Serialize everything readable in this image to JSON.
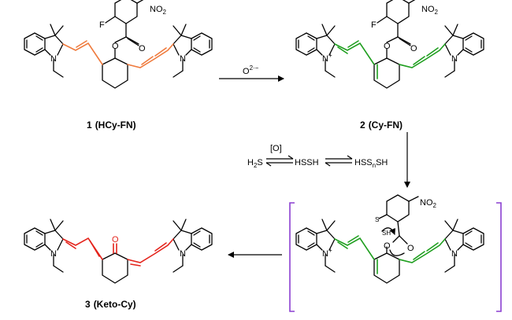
{
  "compounds": {
    "c1": {
      "number": "1",
      "name": "(HCy-FN)"
    },
    "c2": {
      "number": "2",
      "name": "(Cy-FN)"
    },
    "c3": {
      "number": "3",
      "name": "(Keto-Cy)"
    }
  },
  "atoms": {
    "N": "N",
    "F": "F",
    "O": "O",
    "NO2": "NO",
    "NO2_sub": "2",
    "S": "S",
    "SH": "SH",
    "plus": "+"
  },
  "reagent": {
    "superoxide": "O",
    "charge": "2·−"
  },
  "equilibrium": {
    "h2s": "H",
    "h2s_sub": "2",
    "h2s_s": "S",
    "catalyst": "[O]",
    "hssh": "HSSH",
    "hssnsh_a": "HSS",
    "hssnsh_n": "n",
    "hssnsh_b": "SH"
  },
  "colors": {
    "polymethine_1": "#ef7a3c",
    "polymethine_2": "#1e9e1e",
    "ketone_3": "#e4231b",
    "bracket": "#8a3fd1"
  }
}
